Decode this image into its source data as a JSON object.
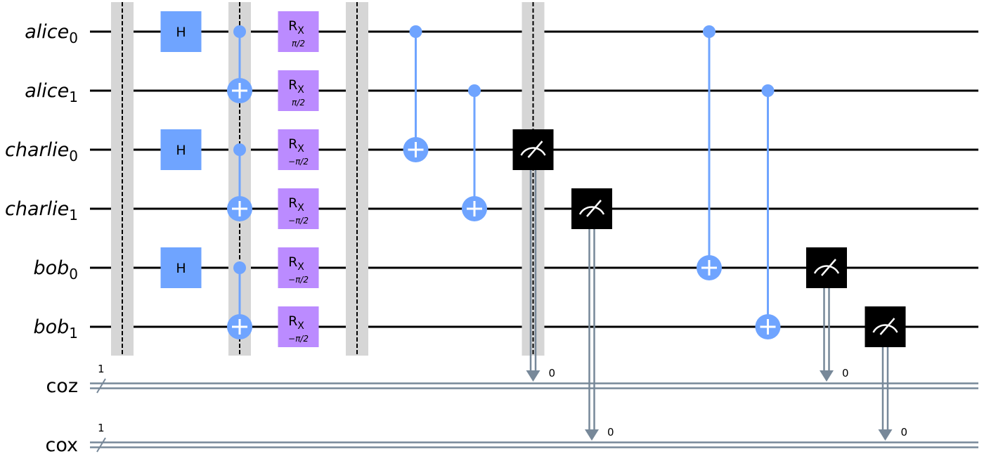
{
  "colors": {
    "wire": "#000000",
    "classical_wire": "#778899",
    "barrier": "#d6d6d6",
    "h_gate": "#6fa4ff",
    "rx_gate": "#bb8bff",
    "cnot": "#6fa4ff",
    "measure": "#000000"
  },
  "qubits": [
    {
      "name": "alice",
      "index": "0"
    },
    {
      "name": "alice",
      "index": "1"
    },
    {
      "name": "charlie",
      "index": "0"
    },
    {
      "name": "charlie",
      "index": "1"
    },
    {
      "name": "bob",
      "index": "0"
    },
    {
      "name": "bob",
      "index": "1"
    }
  ],
  "clbits": [
    {
      "name": "coz",
      "size": "1"
    },
    {
      "name": "cox",
      "size": "1"
    }
  ],
  "barriers": [
    0,
    2,
    4,
    7
  ],
  "gates": [
    {
      "type": "h",
      "label": "H",
      "col": 1,
      "qubit": 0
    },
    {
      "type": "h",
      "label": "H",
      "col": 1,
      "qubit": 2
    },
    {
      "type": "h",
      "label": "H",
      "col": 1,
      "qubit": 4
    },
    {
      "type": "cx",
      "col": 2,
      "control": 0,
      "target": 1
    },
    {
      "type": "cx",
      "col": 2,
      "control": 2,
      "target": 3
    },
    {
      "type": "cx",
      "col": 2,
      "control": 4,
      "target": 5
    },
    {
      "type": "rx",
      "label": "R",
      "sub": "X",
      "param": "π/2",
      "col": 3,
      "qubit": 0
    },
    {
      "type": "rx",
      "label": "R",
      "sub": "X",
      "param": "π/2",
      "col": 3,
      "qubit": 1
    },
    {
      "type": "rx",
      "label": "R",
      "sub": "X",
      "param": "−π/2",
      "col": 3,
      "qubit": 2
    },
    {
      "type": "rx",
      "label": "R",
      "sub": "X",
      "param": "−π/2",
      "col": 3,
      "qubit": 3
    },
    {
      "type": "rx",
      "label": "R",
      "sub": "X",
      "param": "−π/2",
      "col": 3,
      "qubit": 4
    },
    {
      "type": "rx",
      "label": "R",
      "sub": "X",
      "param": "−π/2",
      "col": 3,
      "qubit": 5
    },
    {
      "type": "cx",
      "col": 5,
      "control": 0,
      "target": 2
    },
    {
      "type": "cx",
      "col": 6,
      "control": 1,
      "target": 3
    },
    {
      "type": "measure",
      "col": 7,
      "qubit": 2,
      "clbit": 0,
      "bit_label": "0"
    },
    {
      "type": "measure",
      "col": 8,
      "qubit": 3,
      "clbit": 1,
      "bit_label": "0"
    },
    {
      "type": "cx",
      "col": 10,
      "control": 0,
      "target": 4
    },
    {
      "type": "cx",
      "col": 11,
      "control": 1,
      "target": 5
    },
    {
      "type": "measure",
      "col": 12,
      "qubit": 4,
      "clbit": 0,
      "bit_label": "0"
    },
    {
      "type": "measure",
      "col": 13,
      "qubit": 5,
      "clbit": 1,
      "bit_label": "0"
    }
  ]
}
